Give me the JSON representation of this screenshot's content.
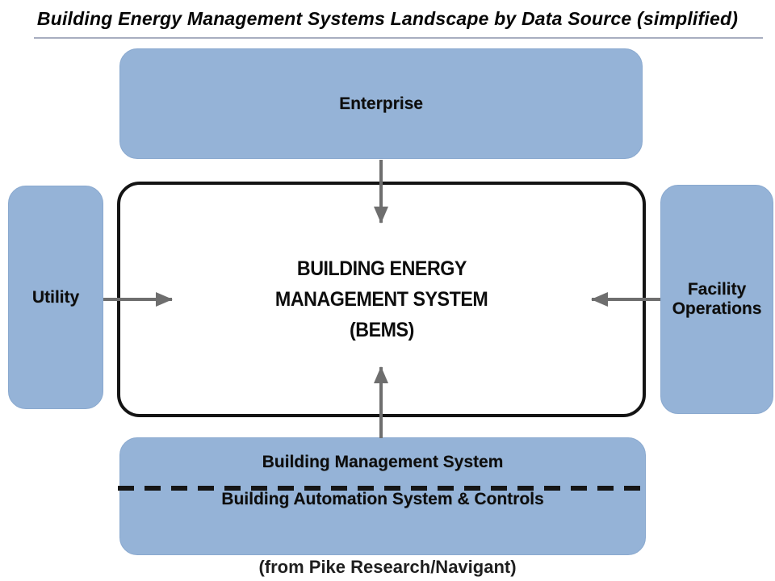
{
  "title": "Building Energy Management Systems Landscape by Data Source (simplified)",
  "caption": "(from Pike Research/Navigant)",
  "nodes": {
    "enterprise": {
      "label": "Enterprise"
    },
    "utility": {
      "label": "Utility"
    },
    "facility_operations": {
      "label": "Facility Operations"
    },
    "bems": {
      "lines": [
        "BUILDING ENERGY",
        "MANAGEMENT SYSTEM",
        "(BEMS)"
      ]
    },
    "bottom": {
      "top_label": "Building Management System",
      "bottom_label": "Building Automation System & Controls"
    }
  },
  "arrows": [
    {
      "from": "Enterprise",
      "to": "BEMS",
      "direction": "down"
    },
    {
      "from": "Utility",
      "to": "BEMS",
      "direction": "right"
    },
    {
      "from": "Facility Operations",
      "to": "BEMS",
      "direction": "left"
    },
    {
      "from": "Building Management System",
      "to": "BEMS",
      "direction": "up"
    }
  ],
  "colors": {
    "node-blue": "#95b3d7",
    "arrow-gray": "#6e6e6e",
    "bems-border": "#141414",
    "title-underline": "#a8aec0",
    "label-black": "#0d0d0d",
    "caption-color": "#1f1f1f"
  }
}
